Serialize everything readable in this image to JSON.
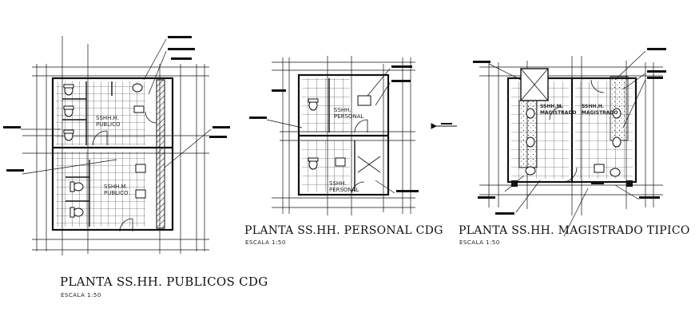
{
  "plans": [
    {
      "id": "publicos",
      "title": "PLANTA SS.HH. PUBLICOS CDG",
      "scale": "ESCALA 1:50",
      "rooms": [
        {
          "line1": "SSHH.H.",
          "line2": "PUBLICO"
        },
        {
          "line1": "SSHH.M.",
          "line2": "PUBLICO"
        }
      ]
    },
    {
      "id": "personal",
      "title": "PLANTA SS.HH. PERSONAL CDG",
      "scale": "ESCALA 1:50",
      "rooms": [
        {
          "line1": "SSHH.",
          "line2": "PERSONAL"
        },
        {
          "line1": "SSHH.",
          "line2": "PERSONAL"
        }
      ]
    },
    {
      "id": "magistrado",
      "title": "PLANTA SS.HH. MAGISTRADO TIPICO",
      "scale": "ESCALA 1:50",
      "rooms": [
        {
          "line1": "SSHH.M.",
          "line2": "MAGISTRADO"
        },
        {
          "line1": "SSHH.H.",
          "line2": "MAGISTRADO"
        }
      ]
    }
  ],
  "colors": {
    "line": "#111111",
    "hatch": "#444444",
    "background": "#ffffff"
  }
}
